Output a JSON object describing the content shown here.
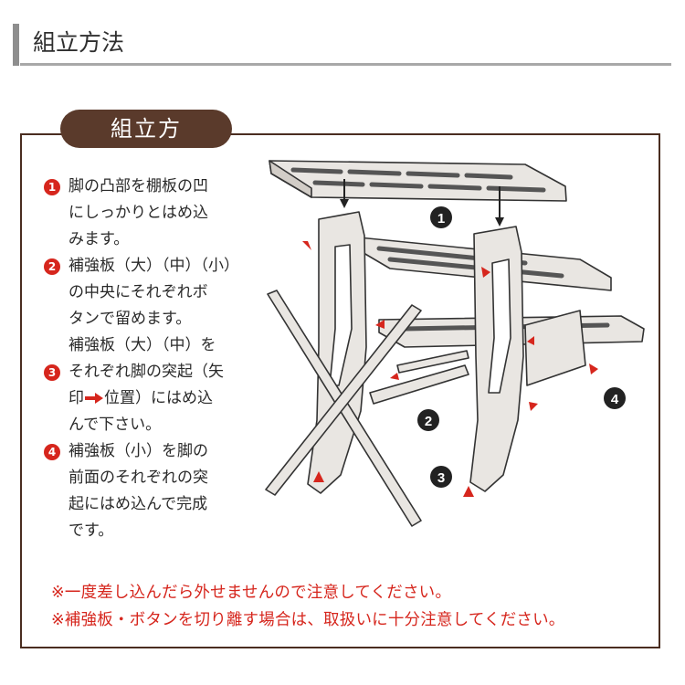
{
  "header": {
    "title": "組立方法"
  },
  "section": {
    "tab_label": "組立方"
  },
  "steps": [
    {
      "num": "1",
      "lines": [
        "脚の凸部を棚板の凹",
        "にしっかりとはめ込",
        "みます。"
      ]
    },
    {
      "num": "2",
      "lines": [
        "補強板（大）（中）（小）",
        "の中央にそれぞれボ",
        "タンで留めます。"
      ]
    },
    {
      "num": "3",
      "pre_line": "補強板（大）（中）を",
      "lines": [
        "それぞれ脚の突起（矢",
        "印",
        "位置）にはめ込",
        "んで下さい。"
      ]
    },
    {
      "num": "4",
      "lines": [
        "補強板（小）を脚の",
        "前面のそれぞれの突",
        "起にはめ込んで完成",
        "です。"
      ]
    }
  ],
  "notes": [
    "※一度差し込んだら外せませんので注意してください。",
    "※補強板・ボタンを切り離す場合は、取扱いに十分注意してください。"
  ],
  "diagram": {
    "callouts": [
      "1",
      "2",
      "3",
      "4"
    ]
  },
  "colors": {
    "accent_red": "#d6261d",
    "tab_brown": "#5a3a2b",
    "frame_brown": "#4a2d20",
    "header_gray": "#8e8e8e"
  }
}
